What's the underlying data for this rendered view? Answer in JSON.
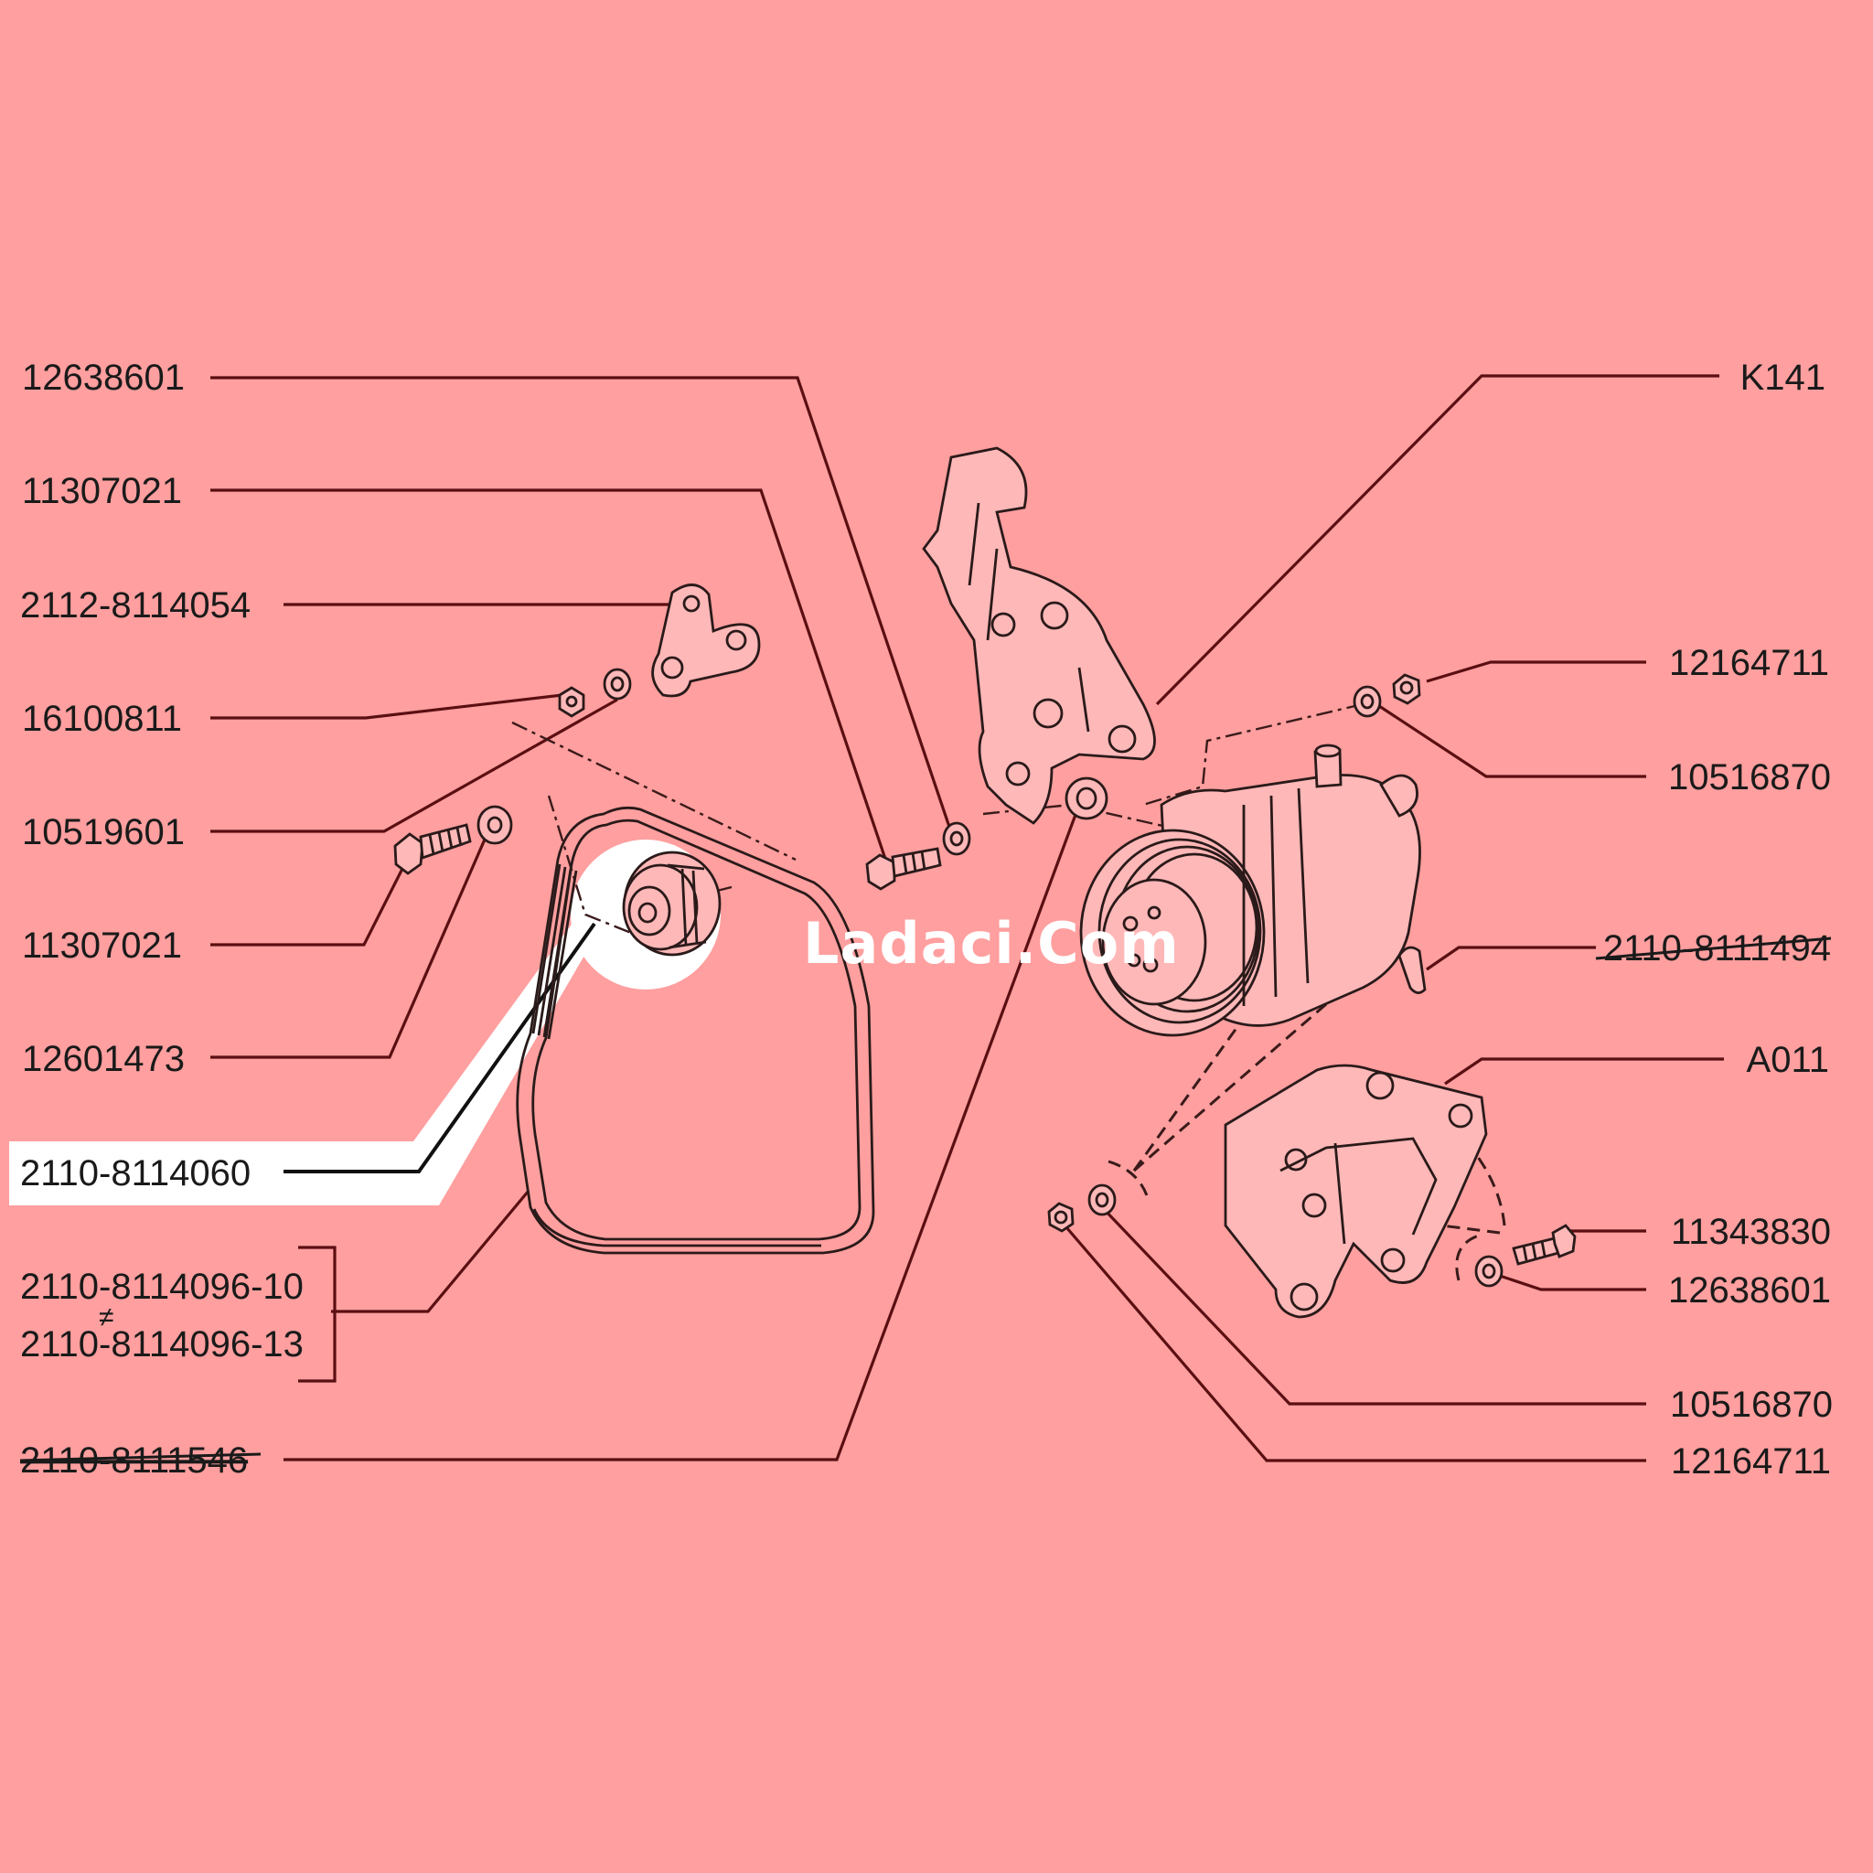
{
  "diagram": {
    "watermark": "Ladaci.Com",
    "labels_left": [
      {
        "id": "l1",
        "text": "12638601"
      },
      {
        "id": "l2",
        "text": "11307021"
      },
      {
        "id": "l3",
        "text": "2112-8114054"
      },
      {
        "id": "l4",
        "text": "16100811"
      },
      {
        "id": "l5",
        "text": "10519601"
      },
      {
        "id": "l6",
        "text": "11307021"
      },
      {
        "id": "l7",
        "text": "12601473"
      },
      {
        "id": "l8",
        "text": "2110-8114060",
        "highlighted": true
      },
      {
        "id": "l9",
        "text": "2110-8114096-10"
      },
      {
        "id": "l10",
        "text": "≠"
      },
      {
        "id": "l11",
        "text": "2110-8114096-13"
      },
      {
        "id": "l12",
        "text": "2110-8111546",
        "struck": true
      }
    ],
    "labels_right": [
      {
        "id": "r1",
        "text": "K141"
      },
      {
        "id": "r2",
        "text": "12164711"
      },
      {
        "id": "r3",
        "text": "10516870"
      },
      {
        "id": "r4",
        "text": "2110-8111494",
        "struck": true
      },
      {
        "id": "r5",
        "text": "A011"
      },
      {
        "id": "r6",
        "text": "11343830"
      },
      {
        "id": "r7",
        "text": "12638601"
      },
      {
        "id": "r8",
        "text": "10516870"
      },
      {
        "id": "r9",
        "text": "12164711"
      }
    ],
    "colors": {
      "background": "#ff9f9f",
      "leader": "#5a0f12",
      "highlight": "#ffffff"
    }
  }
}
